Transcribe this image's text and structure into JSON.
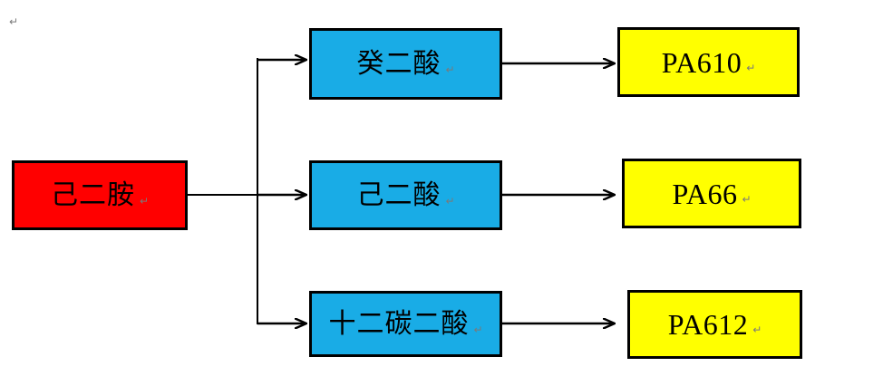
{
  "diagram": {
    "title_text": "",
    "colors": {
      "source_fill": "#FF0000",
      "intermediate_fill": "#19ACE6",
      "product_fill": "#FFFF00",
      "border": "#000000",
      "edge": "#000000",
      "background": "#FFFFFF",
      "mark": "#7A7A7A"
    },
    "marks": {
      "top_left_return": "↵",
      "node_return": "↵"
    },
    "nodes": {
      "source": {
        "id": "source-diamine",
        "label": "己二胺",
        "trailing_mark": "↵",
        "fill": "#FF0000"
      },
      "intermediates": [
        {
          "id": "intermediate-sebacic-acid",
          "label": "癸二酸",
          "trailing_mark": "↵",
          "fill": "#19ACE6"
        },
        {
          "id": "intermediate-adipic-acid",
          "label": "己二酸",
          "trailing_mark": "↵",
          "fill": "#19ACE6"
        },
        {
          "id": "intermediate-dodecanedioic-acid",
          "label": "十二碳二酸",
          "trailing_mark": "↵",
          "fill": "#19ACE6"
        }
      ],
      "products": [
        {
          "id": "product-pa610",
          "label": "PA610",
          "trailing_mark": "↵",
          "fill": "#FFFF00"
        },
        {
          "id": "product-pa66",
          "label": "PA66",
          "trailing_mark": "↵",
          "fill": "#FFFF00"
        },
        {
          "id": "product-pa612",
          "label": "PA612",
          "trailing_mark": "↵",
          "fill": "#FFFF00"
        }
      ]
    },
    "edges": [
      {
        "id": "edge-source-to-trunk",
        "from": "source-diamine",
        "to": "branch-trunk",
        "arrow": false
      },
      {
        "id": "edge-trunk-to-sebacic",
        "from": "branch-trunk",
        "to": "intermediate-sebacic-acid",
        "arrow": true
      },
      {
        "id": "edge-trunk-to-adipic",
        "from": "branch-trunk",
        "to": "intermediate-adipic-acid",
        "arrow": true
      },
      {
        "id": "edge-trunk-to-dodecanedioic",
        "from": "branch-trunk",
        "to": "intermediate-dodecanedioic-acid",
        "arrow": true
      },
      {
        "id": "edge-sebacic-to-pa610",
        "from": "intermediate-sebacic-acid",
        "to": "product-pa610",
        "arrow": true
      },
      {
        "id": "edge-adipic-to-pa66",
        "from": "intermediate-adipic-acid",
        "to": "product-pa66",
        "arrow": true
      },
      {
        "id": "edge-dodecanedioic-to-pa612",
        "from": "intermediate-dodecanedioic-acid",
        "to": "product-pa612",
        "arrow": true
      }
    ]
  }
}
